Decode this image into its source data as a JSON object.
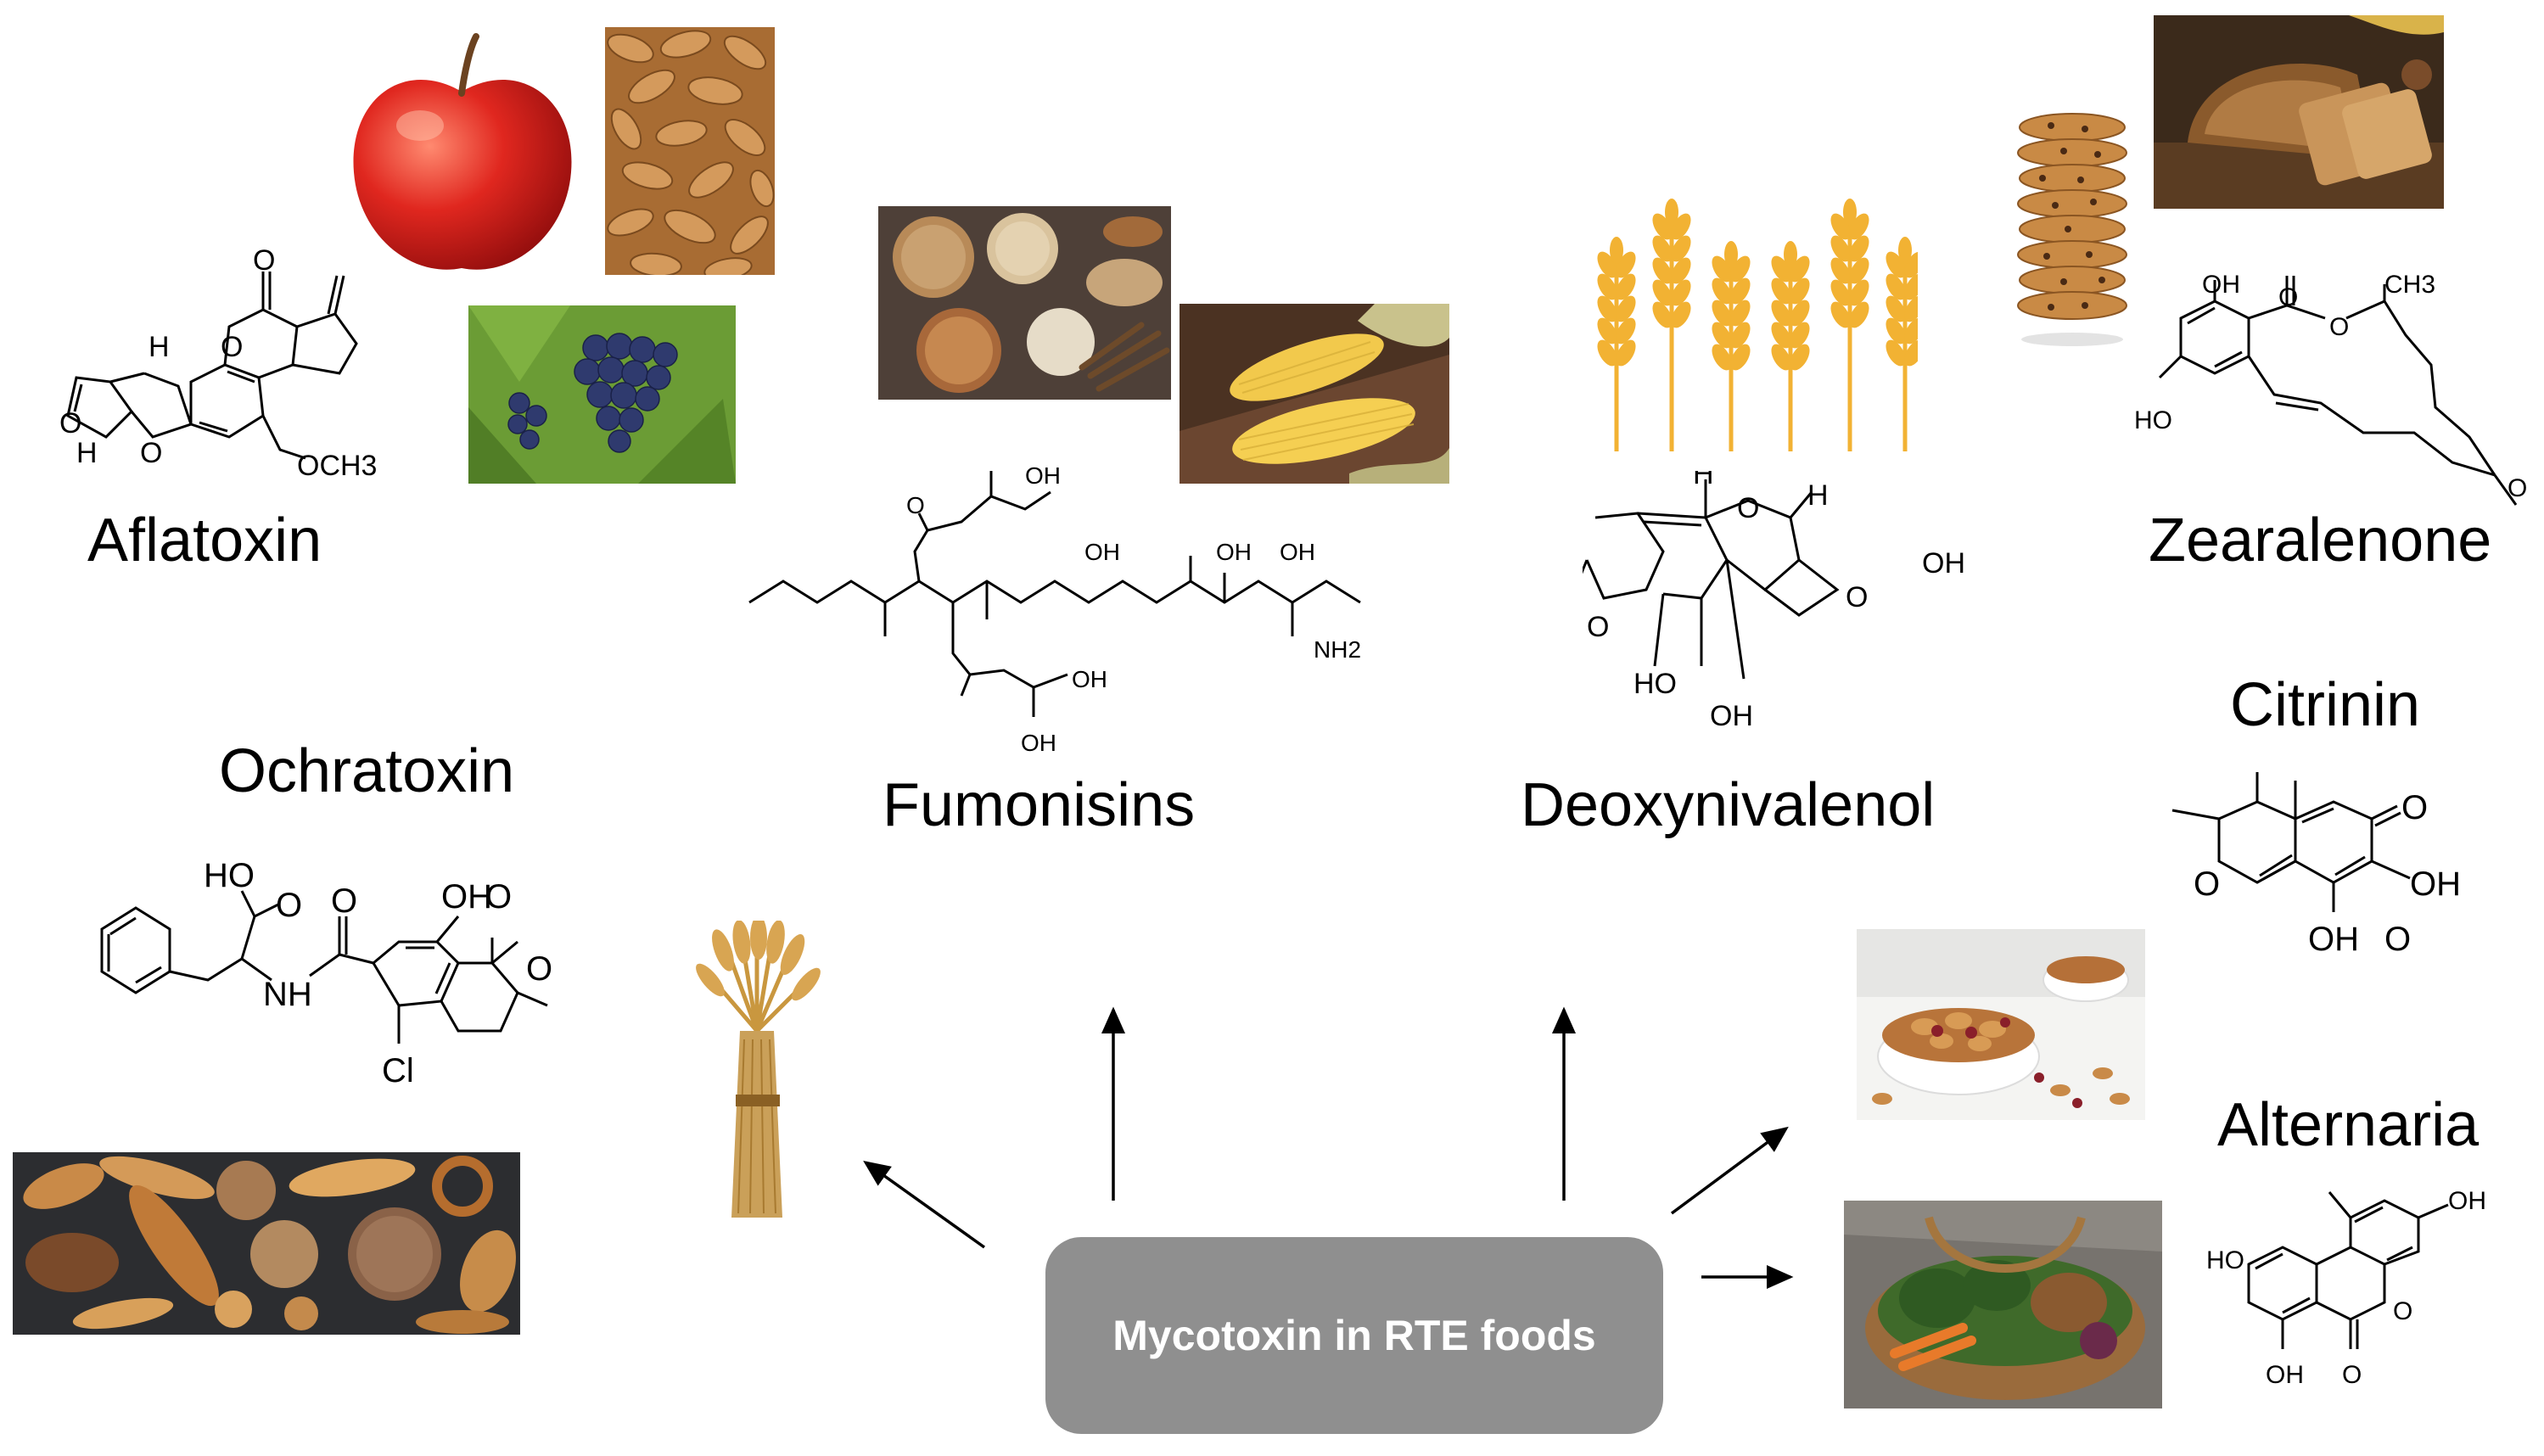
{
  "center_node": "Mycotoxin in RTE foods",
  "toxins": {
    "aflatoxin": "Aflatoxin",
    "fumonisins": "Fumonisins",
    "deoxynivalenol": "Deoxynivalenol",
    "zearalenone": "Zearalenone",
    "ochratoxin": "Ochratoxin",
    "citrinin": "Citrinin",
    "alternaria": "Alternaria"
  },
  "structure_labels": {
    "aflatoxin": {
      "o_top": "O",
      "o1": "O",
      "o2": "O",
      "o3": "O",
      "h_top": "H",
      "h_bottom": "H",
      "och3": "OCH3"
    },
    "fumonisins": {
      "oh1": "OH",
      "oh2": "OH",
      "oh3": "OH",
      "oh4": "OH",
      "oh5": "OH",
      "oh6": "OH",
      "nh2": "NH2",
      "o": "O"
    },
    "deoxynivalenol": {
      "h1": "H",
      "h2": "H",
      "o_ring": "O",
      "oh_right": "OH",
      "o_epox": "O",
      "o_ketone": "O",
      "ho": "HO",
      "oh_bottom": "OH"
    },
    "zearalenone": {
      "oh": "OH",
      "o1": "O",
      "ch3": "CH3",
      "ho": "HO",
      "o_ring": "O",
      "o_ketone": "O"
    },
    "ochratoxin": {
      "ho": "HO",
      "o1": "O",
      "o2": "O",
      "oh": "OH",
      "o3": "O",
      "o_ring": "O",
      "nh": "NH",
      "cl": "Cl"
    },
    "citrinin": {
      "o1": "O",
      "o_ring": "O",
      "oh1": "OH",
      "oh2": "OH",
      "o2": "O"
    },
    "alternaria": {
      "oh_top": "OH",
      "ho_left": "HO",
      "oh_bottom": "OH",
      "o_ring": "O",
      "o_carbonyl": "O"
    }
  },
  "colors": {
    "center_box": "#8f8f8f",
    "center_text": "#ffffff",
    "arrow": "#000000",
    "wheat": "#f2b233"
  }
}
